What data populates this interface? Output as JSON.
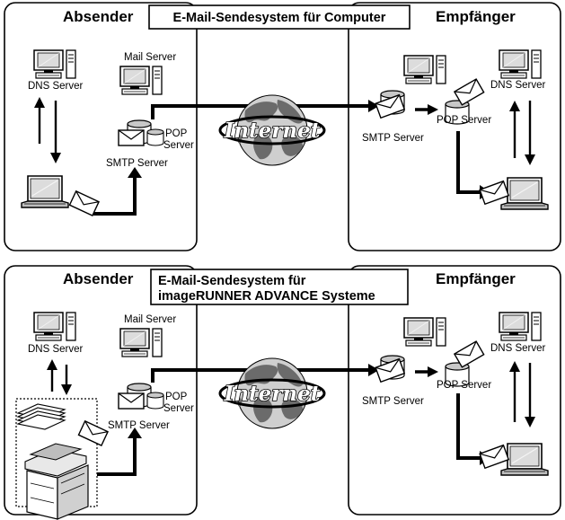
{
  "colors": {
    "line": "#000000",
    "screen": "#dcdcdc",
    "globe_light": "#cfcfcf",
    "globe_dark": "#6b6b6b"
  },
  "top": {
    "title": "E-Mail-Sendesystem für Computer",
    "sender": {
      "heading": "Absender",
      "dns_label": "DNS Server",
      "mail_label": "Mail Server",
      "smtp_label": "SMTP Server",
      "pop_label_1": "POP",
      "pop_label_2": "Server"
    },
    "internet": "Internet",
    "receiver": {
      "heading": "Empfänger",
      "smtp_label": "SMTP Server",
      "pop_label": "POP Server",
      "dns_label": "DNS Server"
    }
  },
  "bottom": {
    "title_line1": "E-Mail-Sendesystem für",
    "title_line2": "imageRUNNER ADVANCE Systeme",
    "sender": {
      "heading": "Absender",
      "dns_label": "DNS Server",
      "mail_label": "Mail Server",
      "smtp_label": "SMTP Server",
      "pop_label_1": "POP",
      "pop_label_2": "Server"
    },
    "internet": "Internet",
    "receiver": {
      "heading": "Empfänger",
      "smtp_label": "SMTP Server",
      "pop_label": "POP Server",
      "dns_label": "DNS Server"
    }
  }
}
